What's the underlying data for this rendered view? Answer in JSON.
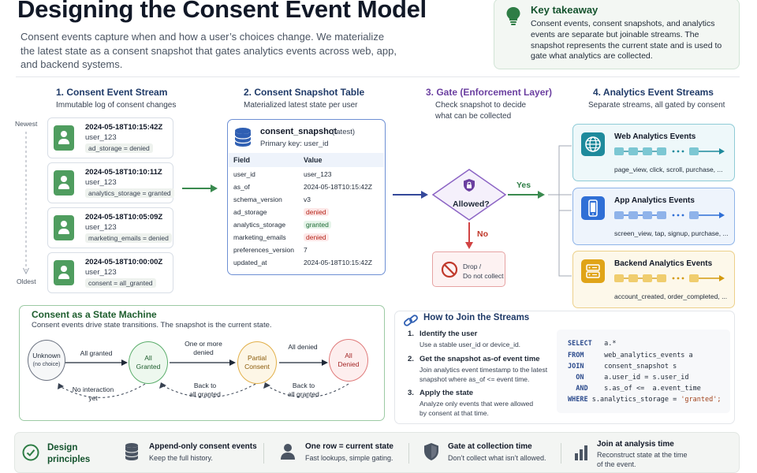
{
  "header": {
    "title": "Designing the Consent Event Model",
    "subtitle": "Consent events capture when and how a user’s choices change. We materialize the latest state as a consent snapshot that gates analytics events across web, app, and backend systems.",
    "takeaway_title": "Key takeaway",
    "takeaway_text": "Consent events, consent snapshots, and analytics events are separate but joinable streams. The snapshot represents the current state and is used to gate what analytics are collected."
  },
  "columns": [
    {
      "title": "1. Consent Event Stream",
      "subtitle": "Immutable log of consent changes",
      "color": "#1f3a68"
    },
    {
      "title": "2. Consent Snapshot Table",
      "subtitle": "Materialized latest state per user",
      "color": "#1f3a68"
    },
    {
      "title": "3. Gate (Enforcement Layer)",
      "subtitle": "Check snapshot to decide what can be collected",
      "subtitle_1": "Check snapshot to decide",
      "subtitle_2": "what can be collected",
      "color": "#6b3fa0"
    },
    {
      "title": "4. Analytics Event Streams",
      "subtitle": "Separate streams, all gated by consent",
      "color": "#1f3a68"
    }
  ],
  "timeline": {
    "newest": "Newest",
    "oldest": "Oldest"
  },
  "events": [
    {
      "timestamp": "2024-05-18T10:15:42Z",
      "user": "user_123",
      "change": "ad_storage = denied"
    },
    {
      "timestamp": "2024-05-18T10:10:11Z",
      "user": "user_123",
      "change": "analytics_storage = granted"
    },
    {
      "timestamp": "2024-05-18T10:05:09Z",
      "user": "user_123",
      "change": "marketing_emails = denied"
    },
    {
      "timestamp": "2024-05-18T10:00:00Z",
      "user": "user_123",
      "change": "consent = all_granted"
    }
  ],
  "snapshot": {
    "name": "consent_snapshot",
    "tag": "(latest)",
    "primary_key": "Primary key: user_id",
    "col_field": "Field",
    "col_value": "Value",
    "rows": [
      {
        "field": "user_id",
        "value": "user_123",
        "status": ""
      },
      {
        "field": "as_of",
        "value": "2024-05-18T10:15:42Z",
        "status": ""
      },
      {
        "field": "schema_version",
        "value": "v3",
        "status": ""
      },
      {
        "field": "ad_storage",
        "value": "denied",
        "status": "denied"
      },
      {
        "field": "analytics_storage",
        "value": "granted",
        "status": "granted"
      },
      {
        "field": "marketing_emails",
        "value": "denied",
        "status": "denied"
      },
      {
        "field": "preferences_version",
        "value": "7",
        "status": ""
      },
      {
        "field": "updated_at",
        "value": "2024-05-18T10:15:42Z",
        "status": ""
      }
    ]
  },
  "gate": {
    "question": "Allowed?",
    "yes": "Yes",
    "no": "No",
    "drop_line1": "Drop /",
    "drop_line2": "Do not collect"
  },
  "analytics": [
    {
      "name": "Web Analytics Events",
      "examples": "page_view, click, scroll, purchase, ...",
      "icon": "globe-icon",
      "accent": "#1e8a9c",
      "bg": "#eef8fa",
      "border": "#8fcbd6"
    },
    {
      "name": "App Analytics Events",
      "examples": "screen_view, tap, signup, purchase, ...",
      "icon": "phone-icon",
      "accent": "#2f6fd6",
      "bg": "#eef4fc",
      "border": "#8eb3e8"
    },
    {
      "name": "Backend Analytics Events",
      "examples": "account_created, order_completed, ...",
      "icon": "server-icon",
      "accent": "#e0a418",
      "bg": "#fdf8ea",
      "border": "#ecd08a"
    }
  ],
  "state_machine": {
    "title": "Consent as a State Machine",
    "subtitle": "Consent events drive state transitions. The snapshot is the current state.",
    "states": [
      {
        "line1": "Unknown",
        "line2": "(no choice)"
      },
      {
        "line1": "All",
        "line2": "Granted"
      },
      {
        "line1": "Partial",
        "line2": "Consent"
      },
      {
        "line1": "All",
        "line2": "Denied"
      }
    ],
    "edges": {
      "all_granted": "All granted",
      "one_or_more_1": "One or more",
      "one_or_more_2": "denied",
      "all_denied": "All denied",
      "no_interaction_1": "No interaction",
      "no_interaction_2": "yet",
      "back_granted_1": "Back to",
      "back_granted_2": "all granted",
      "back_granted_b1": "Back to",
      "back_granted_b2": "all granted"
    }
  },
  "join": {
    "title": "How to Join the Streams",
    "steps": [
      {
        "n": "1.",
        "title": "Identify the user",
        "d1": "Use a stable user_id or device_id.",
        "d2": ""
      },
      {
        "n": "2.",
        "title": "Get the snapshot as-of event time",
        "d1": "Join analytics event timestamp to the latest",
        "d2": "snapshot where as_of <= event time."
      },
      {
        "n": "3.",
        "title": "Apply the state",
        "d1": "Analyze only events that were allowed",
        "d2": "by consent at that time."
      }
    ],
    "sql": [
      {
        "kw": "SELECT",
        "rest": "a.*",
        "str": ""
      },
      {
        "kw": "FROM",
        "rest": "web_analytics_events a",
        "str": ""
      },
      {
        "kw": "JOIN",
        "rest": "consent_snapshot s",
        "str": ""
      },
      {
        "kw": "  ON",
        "rest": "a.user_id = s.user_id",
        "str": ""
      },
      {
        "kw": "  AND",
        "rest": "s.as_of <=  a.event_time",
        "str": ""
      },
      {
        "kw": "WHERE",
        "rest": "s.analytics_storage = ",
        "str": "'granted';"
      }
    ]
  },
  "principles": {
    "title_1": "Design",
    "title_2": "principles",
    "items": [
      {
        "title": "Append-only consent events",
        "sub1": "Keep the full history.",
        "sub2": "",
        "icon": "database-icon"
      },
      {
        "title": "One row = current state",
        "sub1": "Fast lookups, simple gating.",
        "sub2": "",
        "icon": "user-icon"
      },
      {
        "title": "Gate at collection time",
        "sub1": "Don’t collect what isn’t allowed.",
        "sub2": "",
        "icon": "shield-icon"
      },
      {
        "title": "Join at analysis time",
        "sub1": "Reconstruct state at the time",
        "sub2": "of the event.",
        "icon": "bar-chart-icon"
      }
    ]
  }
}
